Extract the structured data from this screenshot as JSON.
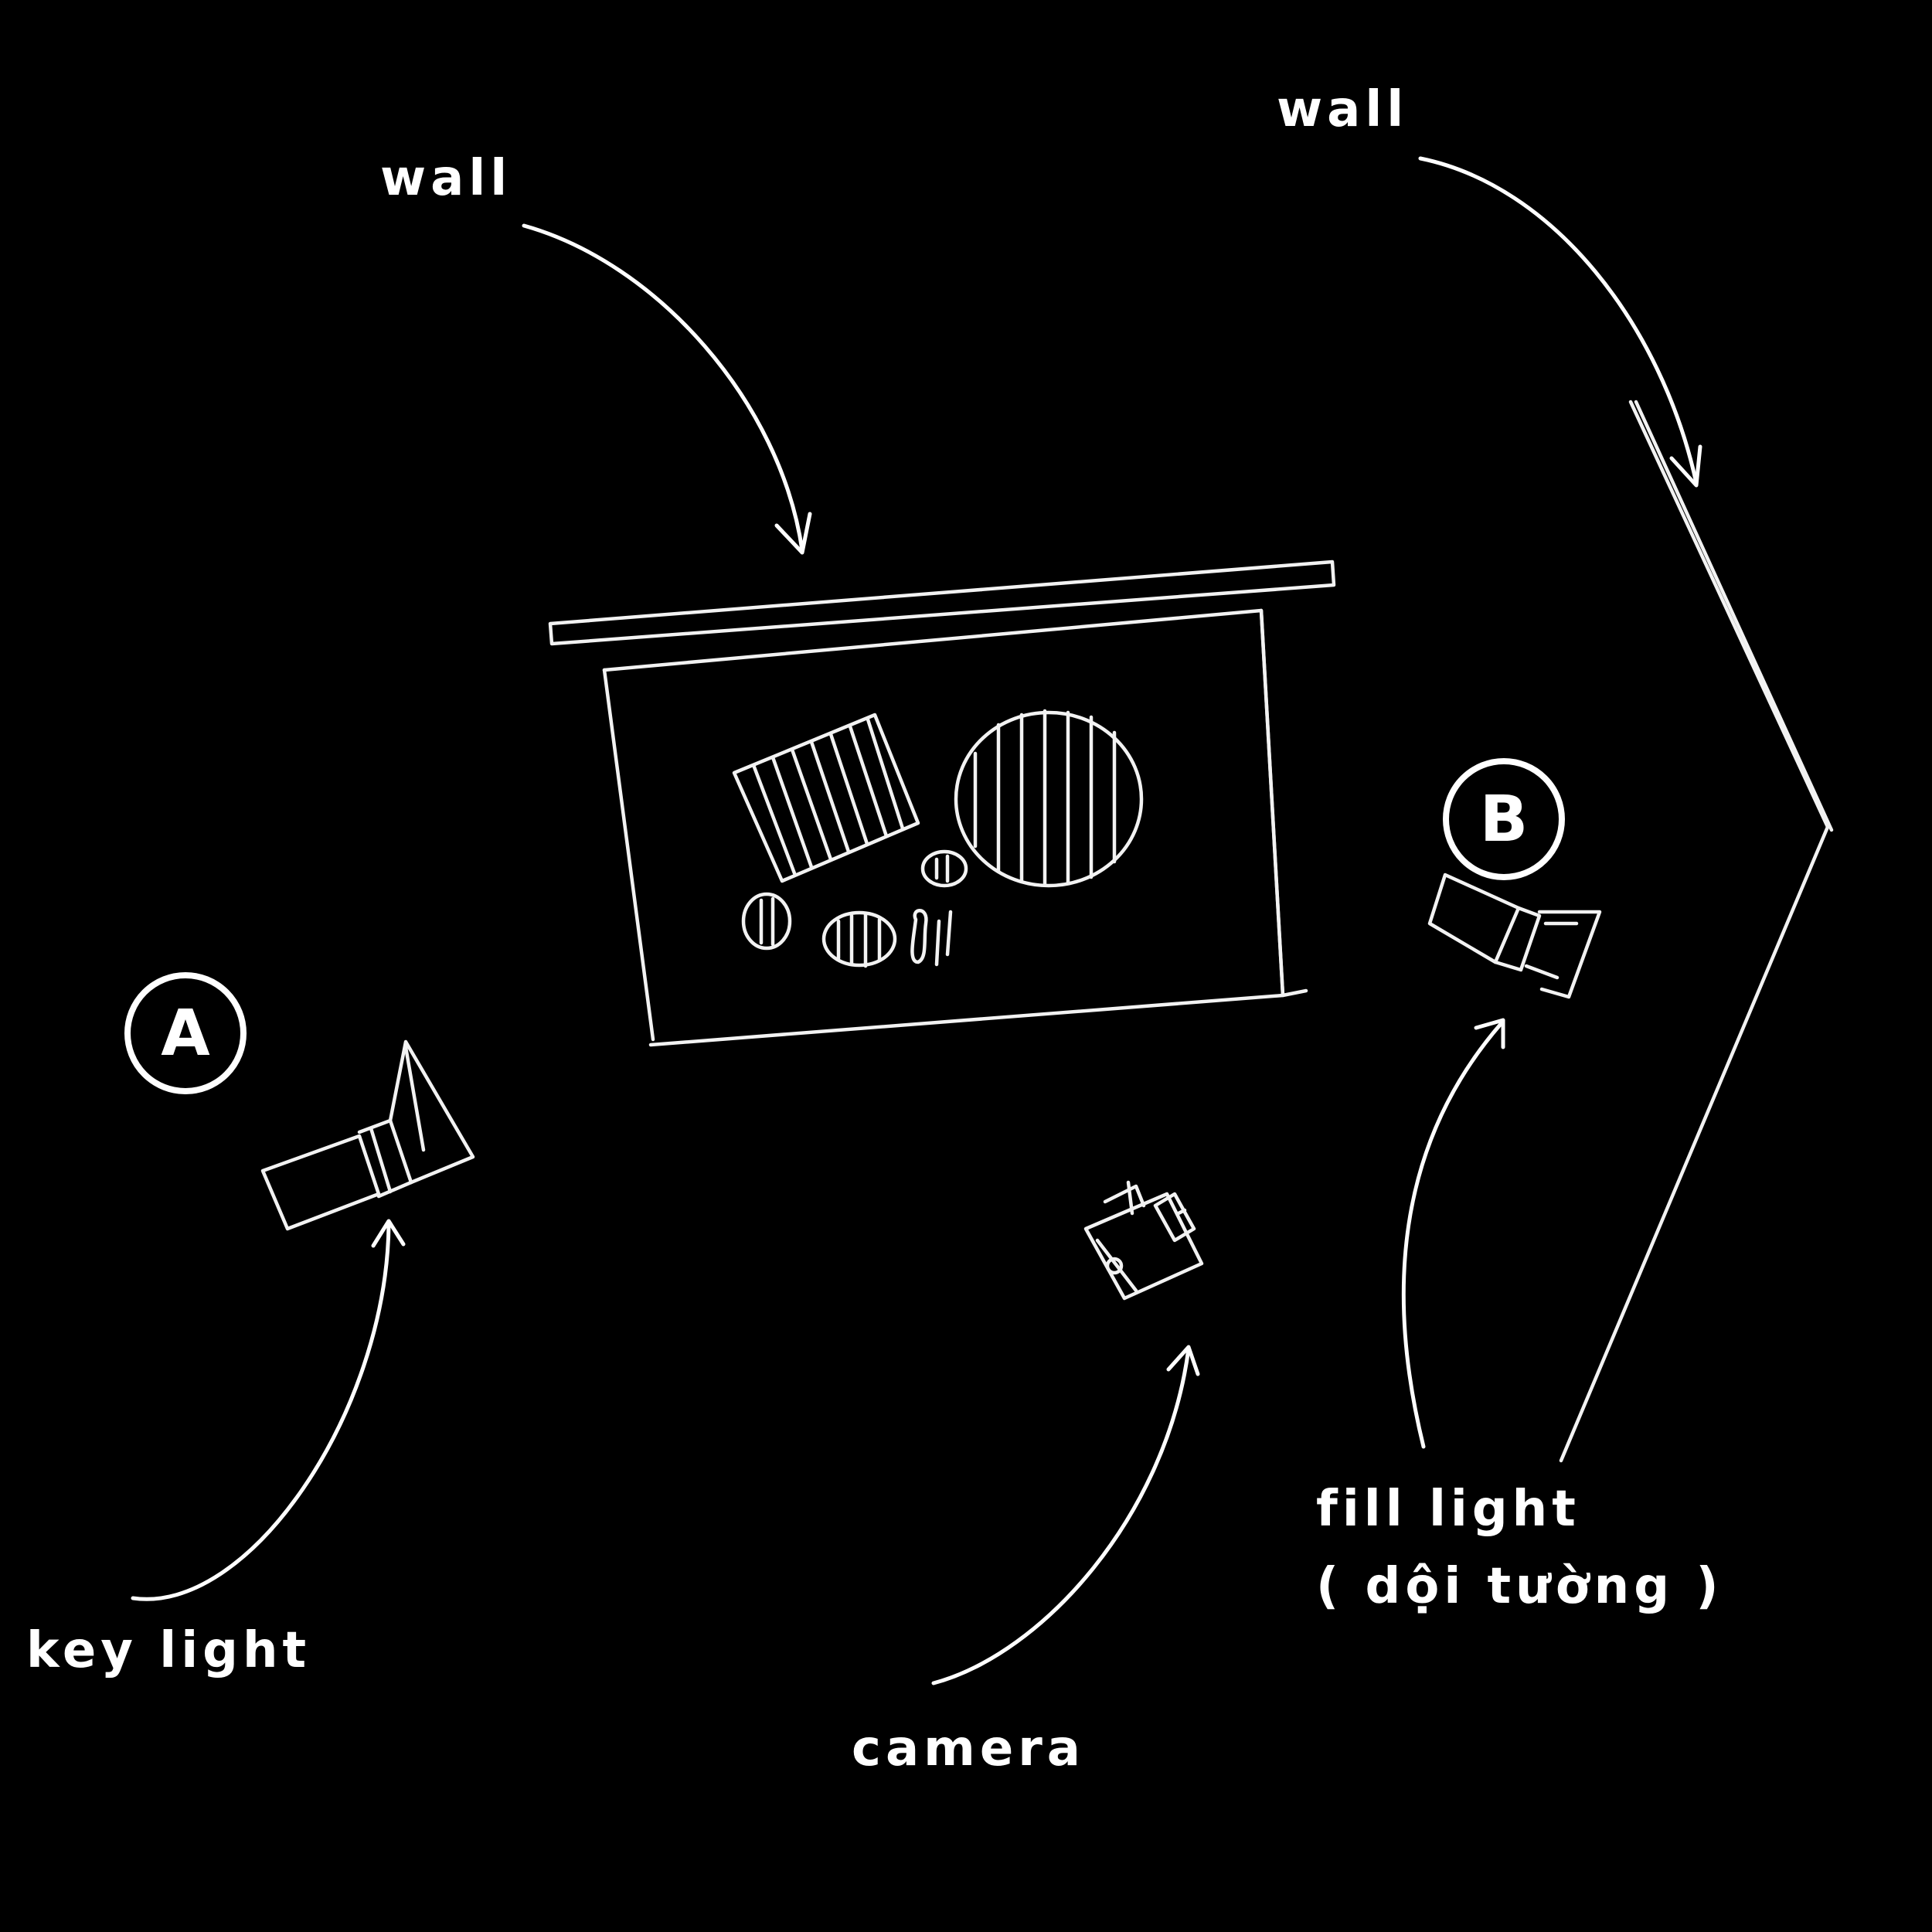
{
  "labels": {
    "wall_top": "wall",
    "wall_right": "wall",
    "key_light": "key light",
    "camera": "camera",
    "fill_light_line1": "fill light",
    "fill_light_line2": "( dội tường )"
  },
  "markers": {
    "a": "A",
    "b": "B"
  },
  "colors": {
    "background": "#000000",
    "foreground": "#ffffff"
  },
  "icons": {
    "key_light": "spotlight-icon",
    "fill_light": "spotlight-icon",
    "camera": "camera-icon",
    "artwork": "framed-artwork"
  }
}
